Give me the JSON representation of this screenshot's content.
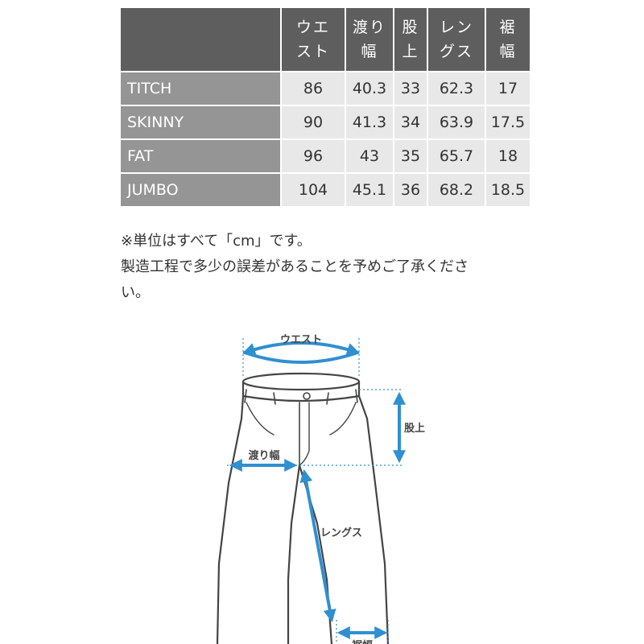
{
  "table": {
    "headers": [
      "ウエスト",
      "渡り幅",
      "股上",
      "レングス",
      "裾幅"
    ],
    "header_lines": [
      [
        "ウエ",
        "スト"
      ],
      [
        "渡り",
        "幅"
      ],
      [
        "股",
        "上"
      ],
      [
        "レン",
        "グス"
      ],
      [
        "裾",
        "幅"
      ]
    ],
    "rows": [
      {
        "name": "TITCH",
        "values": [
          "86",
          "40.3",
          "33",
          "62.3",
          "17"
        ]
      },
      {
        "name": "SKINNY",
        "values": [
          "90",
          "41.3",
          "34",
          "63.9",
          "17.5"
        ]
      },
      {
        "name": "FAT",
        "values": [
          "96",
          "43",
          "35",
          "65.7",
          "18"
        ]
      },
      {
        "name": "JUMBO",
        "values": [
          "104",
          "45.1",
          "36",
          "68.2",
          "18.5"
        ]
      }
    ]
  },
  "notes": {
    "line1": "※単位はすべて「cm」です。",
    "line2": "製造工程で多少の誤差があることを予めご了承くださ",
    "line3": "い。"
  },
  "diagram": {
    "labels": {
      "waist": "ウエスト",
      "rise": "股上",
      "thigh": "渡り幅",
      "length": "レングス",
      "hem": "裾幅"
    },
    "colors": {
      "arrow": "#2f8fd1",
      "outline": "#444444"
    }
  }
}
